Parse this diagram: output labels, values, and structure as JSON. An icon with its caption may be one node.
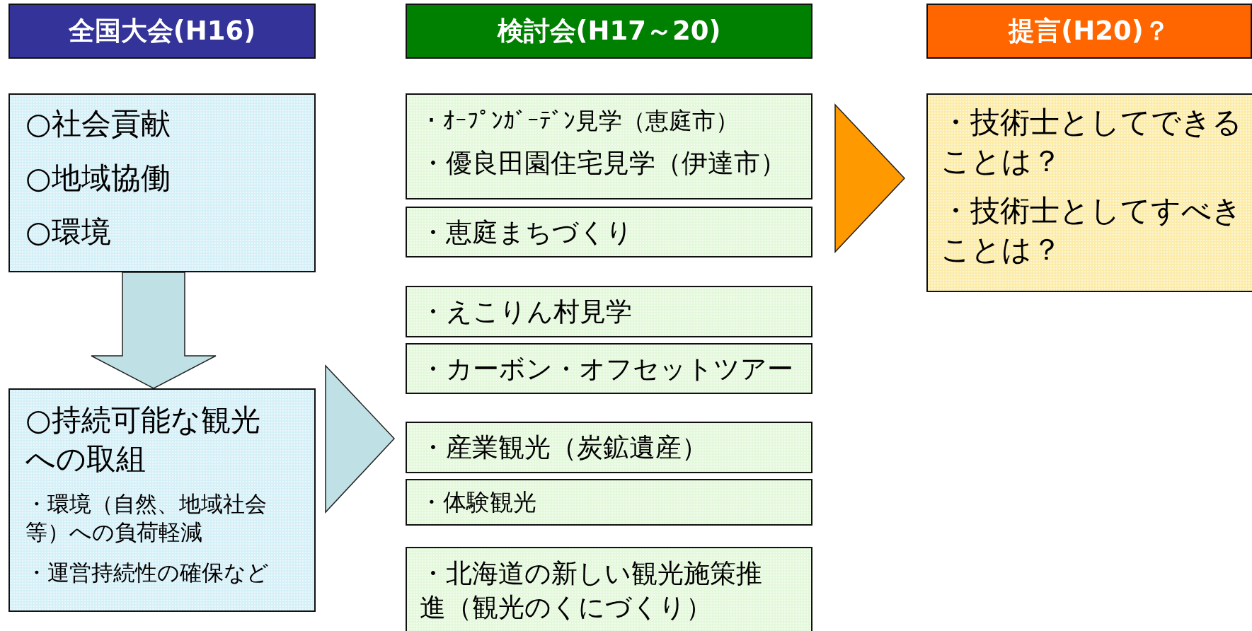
{
  "diagram": {
    "nodes": [
      {
        "text": [
          "全国大会(H16)"
        ]
      },
      {
        "text": [
          "検討会(H17～20)"
        ]
      },
      {
        "text": [
          "提言(H20)？"
        ]
      },
      {
        "text": [
          "○社会貢献",
          "○地域協働",
          "○環境"
        ]
      },
      {
        "text": [
          "○持続可能な観光への取組",
          "・環境（自然、地域社会等）への負荷軽減",
          "・運営持続性の確保など"
        ]
      },
      {
        "text": [
          "・ｵｰﾌﾟﾝｶﾞｰﾃﾞﾝ見学（恵庭市）",
          "・優良田園住宅見学（伊達市）"
        ]
      },
      {
        "text": [
          "・恵庭まちづくり"
        ]
      },
      {
        "text": [
          "・えこりん村見学"
        ]
      },
      {
        "text": [
          "・カーボン・オフセットツアー"
        ]
      },
      {
        "text": [
          "・産業観光（炭鉱遺産）"
        ]
      },
      {
        "text": [
          "・体験観光"
        ]
      },
      {
        "text": [
          "・北海道の新しい観光施策推進（観光のくにづくり）"
        ]
      },
      {
        "text": [
          "・技術士としてできることは？",
          "・技術士としてすべきことは？"
        ]
      }
    ],
    "edges": [
      {
        "from": 3,
        "to": 4,
        "arrow": "to"
      },
      {
        "from": 4,
        "to": null,
        "arrow": "to"
      },
      {
        "from": null,
        "to": 12,
        "arrow": "to",
        "color": "#ff9900"
      }
    ]
  }
}
